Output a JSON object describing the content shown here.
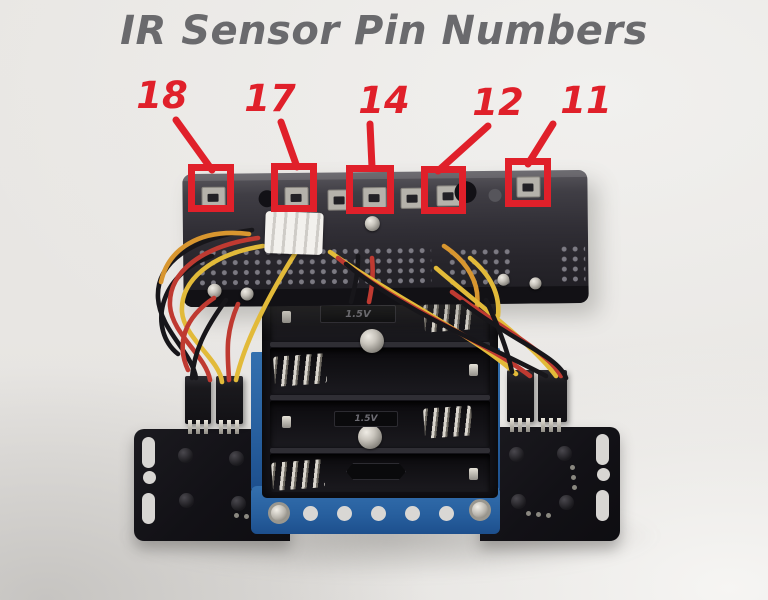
{
  "title": "IR Sensor Pin Numbers",
  "pins": [
    {
      "label": "18"
    },
    {
      "label": "17"
    },
    {
      "label": "14"
    },
    {
      "label": "12"
    },
    {
      "label": "11"
    }
  ],
  "battery": {
    "marking_1": "1.5V",
    "marking_2": "1.5V"
  },
  "colors": {
    "annotation_red": "#e0202a",
    "title_gray": "#6a6a6d",
    "chassis_blue": "#2e68a9",
    "sensor_bar_dark": "#2b2930",
    "wire_red": "#bf3a31",
    "wire_yellow": "#e2ba39",
    "wire_black": "#17161a",
    "wire_orange": "#d8962f"
  }
}
